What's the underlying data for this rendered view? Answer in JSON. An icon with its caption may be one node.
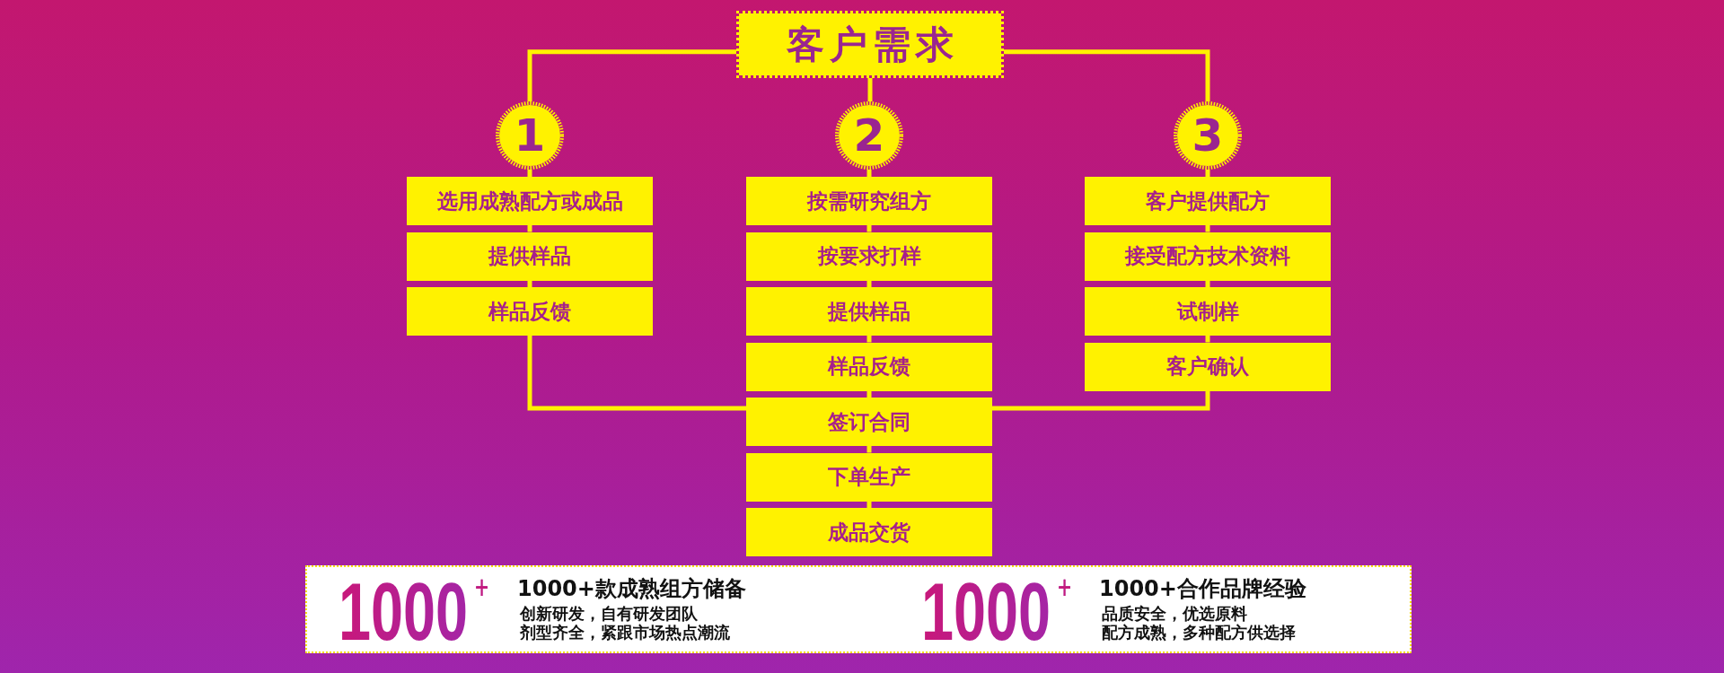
{
  "diagram": {
    "nodes": [
      {
        "text": [
          "客户需求"
        ]
      },
      {
        "text": [
          "1"
        ]
      },
      {
        "text": [
          "2"
        ]
      },
      {
        "text": [
          "3"
        ]
      },
      {
        "text": [
          "选用成熟配方或成品"
        ]
      },
      {
        "text": [
          "提供样品"
        ]
      },
      {
        "text": [
          "样品反馈"
        ]
      },
      {
        "text": [
          "按需研究组方"
        ]
      },
      {
        "text": [
          "按要求打样"
        ]
      },
      {
        "text": [
          "提供样品"
        ]
      },
      {
        "text": [
          "样品反馈"
        ]
      },
      {
        "text": [
          "签订合同"
        ]
      },
      {
        "text": [
          "下单生产"
        ]
      },
      {
        "text": [
          "成品交货"
        ]
      },
      {
        "text": [
          "客户提供配方"
        ]
      },
      {
        "text": [
          "接受配方技术资料"
        ]
      },
      {
        "text": [
          "试制样"
        ]
      },
      {
        "text": [
          "客户确认"
        ]
      },
      {
        "text": [
          "1000$^{+}$",
          "1000+款成熟组方储备",
          "创新研发，自有研发团队",
          "剂型齐全，紧跟市场热点潮流",
          "1000$^{+}$",
          "1000+合作品牌经验",
          "品质安全，优选原料",
          "配方成熟，多种配方供选择"
        ]
      }
    ],
    "edges": [
      {
        "from": 0,
        "to": 1,
        "arrow": "none"
      },
      {
        "from": 0,
        "to": 2,
        "arrow": "none"
      },
      {
        "from": 0,
        "to": 3,
        "arrow": "none"
      },
      {
        "from": 1,
        "to": 4,
        "arrow": "none"
      },
      {
        "from": 4,
        "to": 5,
        "arrow": "none"
      },
      {
        "from": 5,
        "to": 6,
        "arrow": "none"
      },
      {
        "from": 6,
        "to": 11,
        "arrow": "none"
      },
      {
        "from": 2,
        "to": 7,
        "arrow": "none"
      },
      {
        "from": 7,
        "to": 8,
        "arrow": "none"
      },
      {
        "from": 8,
        "to": 9,
        "arrow": "none"
      },
      {
        "from": 9,
        "to": 10,
        "arrow": "none"
      },
      {
        "from": 10,
        "to": 11,
        "arrow": "none"
      },
      {
        "from": 11,
        "to": 12,
        "arrow": "none"
      },
      {
        "from": 12,
        "to": 13,
        "arrow": "none"
      },
      {
        "from": 3,
        "to": 14,
        "arrow": "none"
      },
      {
        "from": 14,
        "to": 15,
        "arrow": "none"
      },
      {
        "from": 15,
        "to": 16,
        "arrow": "none"
      },
      {
        "from": 16,
        "to": 17,
        "arrow": "none"
      },
      {
        "from": 17,
        "to": 11,
        "arrow": "none"
      }
    ]
  }
}
